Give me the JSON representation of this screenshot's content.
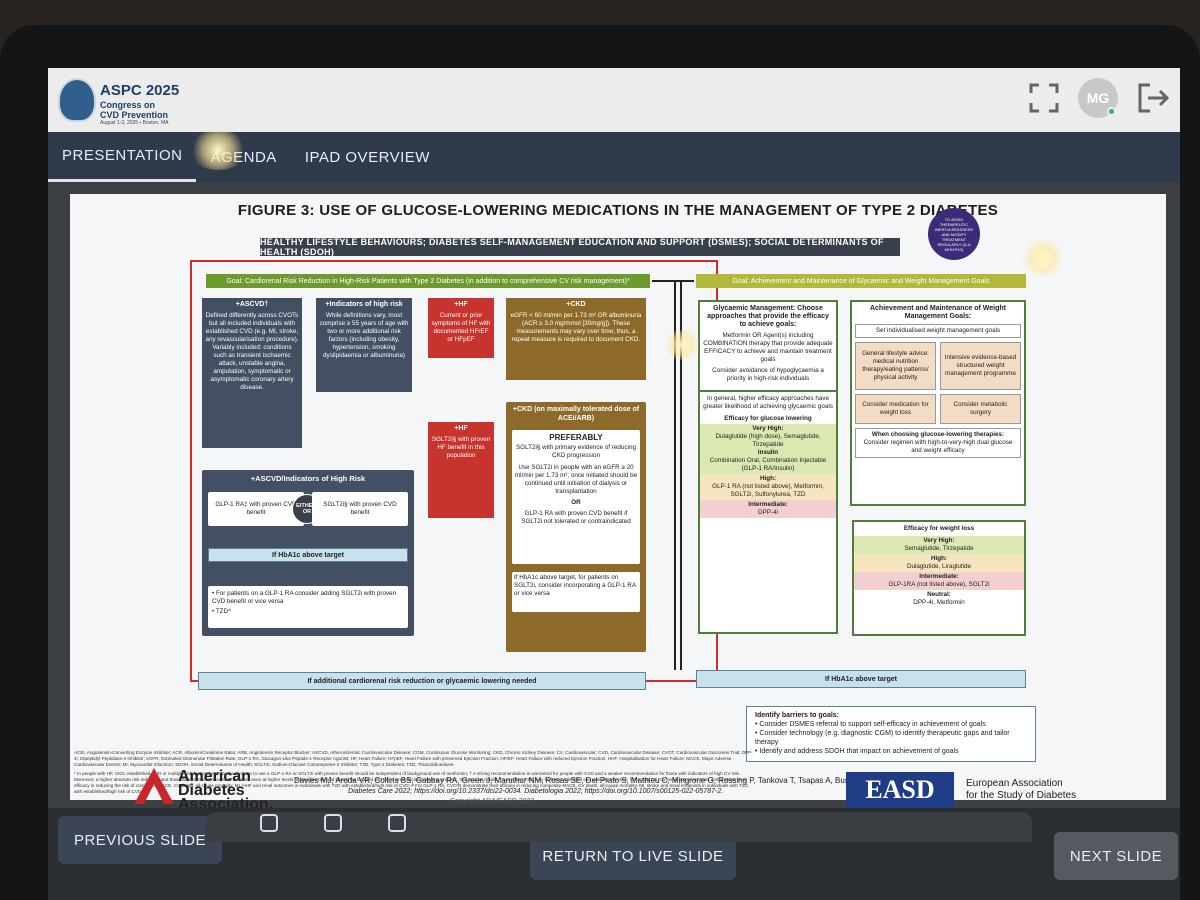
{
  "header": {
    "logo_title": "ASPC 2025",
    "logo_sub": "Congress on\nCVD Prevention",
    "logo_sub2": "August 1-3, 2025 • Boston, MA",
    "avatar_initials": "MG"
  },
  "tabs": [
    {
      "label": "PRESENTATION"
    },
    {
      "label": "AGENDA"
    },
    {
      "label": "IPAD OVERVIEW"
    }
  ],
  "slide": {
    "title": "FIGURE 3: USE OF GLUCOSE-LOWERING MEDICATIONS IN THE MANAGEMENT OF TYPE 2 DIABETES",
    "badge": "TO AVOID THERAPEUTIC INERTIA REASSESS AND MODIFY TREATMENT REGULARLY (3–6 MONTHS)",
    "lifestyle_bar": "HEALTHY LIFESTYLE BEHAVIOURS; DIABETES SELF-MANAGEMENT EDUCATION AND SUPPORT (DSMES); SOCIAL DETERMINANTS OF HEALTH (SDOH)",
    "goal_cv": "Goal: Cardiorenal Risk Reduction in High-Risk Patients with Type 2 Diabetes (in addition to comprehensive CV risk management)*",
    "goal_glycaemic": "Goal: Achievement and Maintenance of Glycaemic and Weight Management Goals",
    "ascvd_head": "+ASCVD†",
    "ascvd_body": "Defined differently across CVOTs but all included individuals with established CVD (e.g. MI, stroke, any revascularisation procedure). Variably included: conditions such as transient ischaemic attack, unstable angina, amputation, symptomatic or asymptomatic coronary artery disease.",
    "risk_head": "+Indicators of high risk",
    "risk_body": "While definitions vary, most comprise ≥ 55 years of age with two or more additional risk factors (including obesity, hypertension, smoking dyslipidaemia or albuminuria)",
    "hf_head": "+HF",
    "hf_body": "Current or prior symptoms of HF with documented HFrEF or HFpEF",
    "ckd_head": "+CKD",
    "ckd_body": "eGFR < 60 ml/min per 1.73 m² OR albuminuria (ACR ≥ 3.0 mg/mmol [30mg/g]). These measurements may vary over time; thus, a repeat measure is required to document CKD.",
    "hf2_head": "+HF",
    "hf2_body": "SGLT2i§ with proven HF benefit in this population",
    "ckd2_head": "+CKD (on maximally tolerated dose of ACEi/ARB)",
    "preferably": "PREFERABLY",
    "ckd2_body1": "SGLT2i§ with primary evidence of reducing CKD progression",
    "ckd2_body2": "Use SGLT2i in people with an eGFR ≥ 20 ml/min per 1.73 m²; once initiated should be continued until initiation of dialysis or transplantation",
    "ckd2_or": "OR",
    "ckd2_body3": "GLP-1 RA with proven CVD benefit if SGLT2i not tolerated or contraindicated",
    "ckd2_body4": "If HbA1c above target, for patients on SGLT2i, consider incorporating a GLP-1 RA or vice versa",
    "combo_head": "+ASCVD/Indicators of High Risk",
    "combo_glp": "GLP-1 RA‡ with proven CVD benefit",
    "combo_either": "EITHER/ OR",
    "combo_sglt": "SGLT2i§ with proven CVD benefit",
    "combo_hba1c": "If HbA1c above target",
    "combo_bullet1": "• For patients on a GLP-1 RA consider adding SGLT2i with proven CVD benefit or vice versa",
    "combo_bullet2": "• TZD^",
    "cardio_bar": "If additional cardiorenal risk reduction or glycaemic lowering needed",
    "gly_head": "Glycaemic Management: Choose approaches that provide the efficacy to achieve goals:",
    "gly_body1": "Metformin OR Agent(s) including COMBINATION therapy that provide adequate EFFICACY to achieve and maintain treatment goals",
    "gly_body2": "Consider avoidance of hypoglycaemia a priority in high-risk individuals",
    "gly_general": "In general, higher efficacy approaches have greater likelihood of achieving glycaemic goals",
    "gly_eff": "Efficacy for glucose lowering",
    "gly_vh_label": "Very High:",
    "gly_vh": "Dulaglutide (high dose), Semaglutide, Tirzepatide",
    "gly_insulin": "Insulin",
    "gly_combo": "Combination Oral, Combination Injectable (GLP-1 RA/Insulin)",
    "gly_high_label": "High:",
    "gly_high": "GLP-1 RA (not listed above), Metformin, SGLT2i, Sulfonylurea, TZD",
    "gly_int_label": "Intermediate:",
    "gly_int": "DPP-4i",
    "wt_head": "Achievement and Maintenance of Weight Management Goals:",
    "wt_set": "Set individualised weight management goals",
    "wt_life": "General lifestyle advice: medical nutrition therapy/eating patterns/ physical activity",
    "wt_intense": "Intensive evidence-based structured weight management programme",
    "wt_med": "Consider medication for weight loss",
    "wt_surg": "Consider metabolic surgery",
    "wt_choose_head": "When choosing glucose-lowering therapies:",
    "wt_choose": "Consider regimen with high-to-very-high dual glucose and weight efficacy",
    "wl_eff": "Efficacy for weight loss",
    "wl_vh_label": "Very High:",
    "wl_vh": "Semaglutide, Tirzepatide",
    "wl_high_label": "High:",
    "wl_high": "Dulaglutide, Liraglutide",
    "wl_int_label": "Intermediate:",
    "wl_int": "GLP-1RA (not listed above), SGLT2i",
    "wl_neu_label": "Neutral:",
    "wl_neu": "DPP-4i, Metformin",
    "hba1c_bar": "If HbA1c above target",
    "barriers_head": "Identify barriers to goals:",
    "barriers_1": "• Consider DSMES referral to support self-efficacy in achievement of goals",
    "barriers_2": "• Consider technology (e.g. diagnostic CGM) to identify therapeutic gaps and tailor therapy",
    "barriers_3": "• Identify and address SDOH that impact on achievement of goals",
    "abbreviations": "ACEi, Angiotensin-Converting Enzyme Inhibitor; ACR, Albumin/Creatinine Ratio; ARB, Angiotensin Receptor Blocker; ASCVD, Atherosclerotic Cardiovascular Disease; CGM, Continuous Glucose Monitoring; CKD, Chronic Kidney Disease; CV, Cardiovascular; CVD, Cardiovascular Disease; CVOT, Cardiovascular Outcomes Trial; DPP-4i, Dipeptidyl Peptidase-4 Inhibitor; eGFR, Estimated Glomerular Filtration Rate; GLP-1 RA, Glucagon-Like Peptide-1 Receptor Agonist; HF, Heart Failure; HFpEF, Heart Failure with preserved Ejection Fraction; HFrEF, Heart Failure with reduced Ejection Fraction; HHF, Hospitalisation for Heart Failure; MACE, Major Adverse Cardiovascular Events; MI, Myocardial Infarction; SDOH, Social Determinants of Health; SGLT2i, Sodium-Glucose Cotransporter-2 Inhibitor; T2D, Type 2 Diabetes; TZD, Thiazolidinedione.",
    "footnote": "* In people with HF, CKD, established CVD or multiple risk factors for CVD, the decision to use a GLP-1 RA or SGLT2i with proven benefit should be independent of background use of metformin; † A strong recommendation is warranted for people with CVD and a weaker recommendation for those with indicators of high CV risk. Moreover, a higher absolute risk reduction and thus lower numbers needed to treat are seen at higher levels of baseline risk and should be factored into the shared decision-making process. See text for details; ^ Low-dose TZD may be better tolerated and similarly effective; § For SGLT2i, CV/renal outcomes trials demonstrate their efficacy in reducing the risk of composite MACE, CV death, all-cause mortality, MI, HHF and renal outcomes in individuals with T2D with established/high risk of CVD; # For GLP-1 RA, CVOTs demonstrate their efficacy in reducing composite MACE, CV death, all-cause mortality, MI, stroke and renal endpoints in individuals with T2D with established/high risk of CVD.",
    "ada_name": "American\nDiabetes\nAssociation.",
    "authors": "Davies MJ, Aroda VR, Collins BS, Gabbay RA, Green J, Maruthur NM, Rosas SE, Del Prato S, Mathieu C, Mingrone G, Rossing P, Tankova T, Tsapas A, Buse JB",
    "journals": "Diabetes Care 2022; https://doi.org/10.2337/dci22-0034. Diabetologia 2022; https://doi.org/10.1007/s00125-022-05787-2.",
    "copyright": "Copyright ADA/EASD 2022",
    "easd_logo": "EASD",
    "easd_name": "European Association\nfor the Study of Diabetes"
  },
  "nav": {
    "prev": "PREVIOUS SLIDE",
    "live": "RETURN TO LIVE SLIDE",
    "next": "NEXT SLIDE"
  },
  "colors": {
    "tab_bar": "#2f3a4b",
    "goal_green": "#6d9a2d",
    "goal_olive": "#b1b83a",
    "red": "#c7332d",
    "slate": "#434f63",
    "brown": "#8e6a2a",
    "easd_blue": "#1f3d84"
  }
}
